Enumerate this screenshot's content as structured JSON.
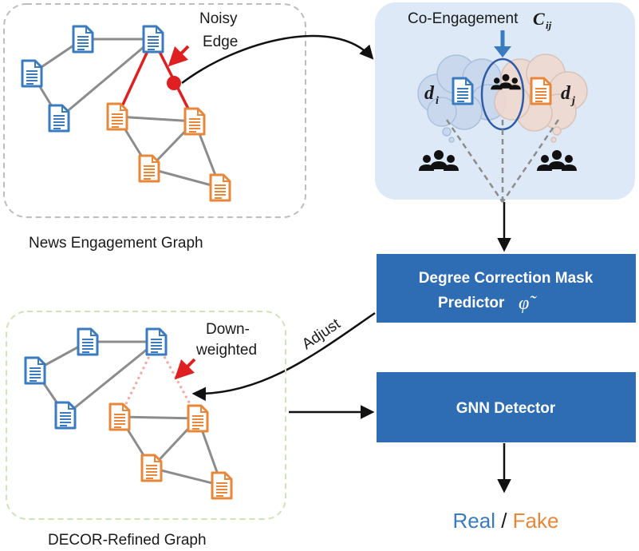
{
  "graph_top": {
    "caption": "News Engagement Graph",
    "callout_line1": "Noisy",
    "callout_line2": "Edge"
  },
  "graph_bottom": {
    "caption": "DECOR-Refined Graph",
    "callout_line1": "Down-",
    "callout_line2": "weighted"
  },
  "coengagement": {
    "label": "Co-Engagement",
    "symbol": "C",
    "symbol_sub": "ij",
    "doc_i_symbol": "d",
    "doc_i_sub": "i",
    "doc_j_symbol": "d",
    "doc_j_sub": "j"
  },
  "predictor": {
    "line1": "Degree Correction Mask",
    "line2": "Predictor",
    "symbol": "φ̃"
  },
  "adjust_label": "Adjust",
  "gnn_label": "GNN Detector",
  "output": {
    "real": "Real",
    "sep": " / ",
    "fake": "Fake"
  },
  "colors": {
    "real_blue": "#3a7bbf",
    "fake_orange": "#e8873a",
    "box_blue": "#2e6db4",
    "noisy_red": "#e02020",
    "panel_bg": "#dde9f6"
  }
}
